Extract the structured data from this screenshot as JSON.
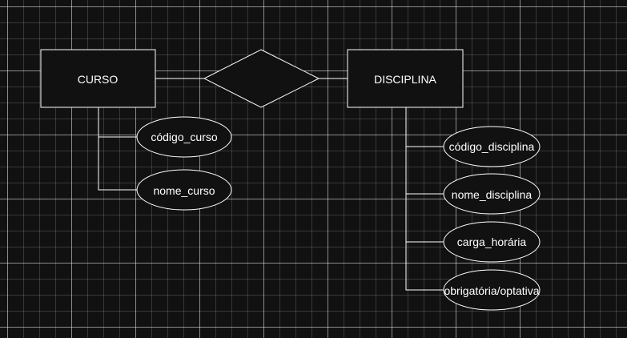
{
  "diagram": {
    "type": "entity-relationship",
    "entities": {
      "curso": "CURSO",
      "disciplina": "DISCIPLINA"
    },
    "relationship": {
      "label": ""
    },
    "attributes": {
      "codigo_curso": "código_curso",
      "nome_curso": "nome_curso",
      "codigo_disciplina": "código_disciplina",
      "nome_disciplina": "nome_disciplina",
      "carga_horaria": "carga_horária",
      "obrigatoria_optativa": "obrigatória/optativa"
    },
    "colors": {
      "background": "#111111",
      "stroke": "#ffffff",
      "text": "#ffffff"
    }
  }
}
